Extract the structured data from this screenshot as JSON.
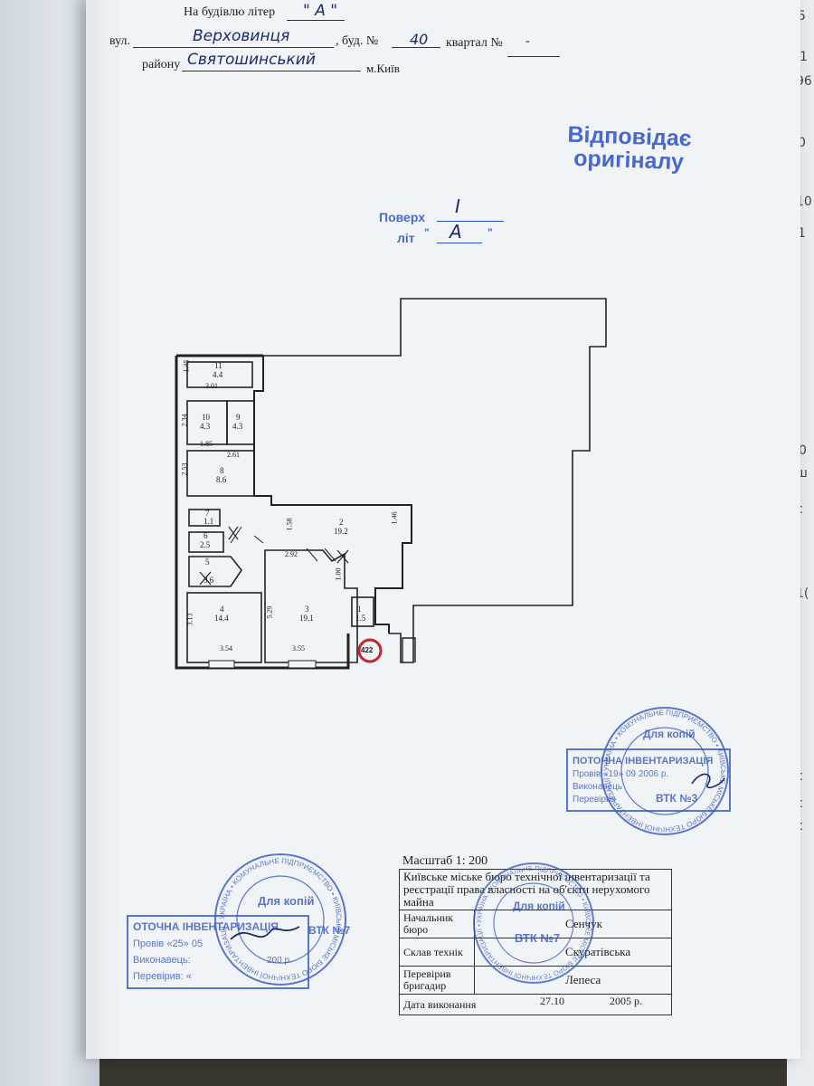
{
  "header": {
    "building_label": "На будівлю літер",
    "building_value": "\" А \"",
    "street_label": "вул.",
    "street_value": "Верховинця",
    "house_label": ", буд. №",
    "house_value": "40",
    "block_label": "квартал №",
    "block_value": "-",
    "district_label": "району",
    "district_value": "Святошинський",
    "city": "м.Київ"
  },
  "stamp_original": {
    "line1": "Відповідає",
    "line2": "оригіналу"
  },
  "floor": {
    "floor_label": "Поверх",
    "floor_value": "I",
    "lit_label": "літ",
    "lit_value": "А"
  },
  "plan": {
    "rooms": [
      {
        "no": "11",
        "area": "4.4"
      },
      {
        "no": "10",
        "area": "4.3"
      },
      {
        "no": "9",
        "area": "4.3"
      },
      {
        "no": "8",
        "area": "8.6"
      },
      {
        "no": "7",
        "area": "1.1"
      },
      {
        "no": "6",
        "area": "2.5"
      },
      {
        "no": "5",
        "area": "3.6"
      },
      {
        "no": "4",
        "area": "14.4"
      },
      {
        "no": "3",
        "area": "19.1"
      },
      {
        "no": "2",
        "area": "19.2"
      },
      {
        "no": "1",
        "area": "1.5"
      }
    ],
    "dims": [
      "1.45",
      "3.01",
      "2.34",
      "1.85",
      "2.61",
      "2.53",
      "1.58",
      "1.46",
      "2.92",
      "1.00",
      "3.13",
      "5.29",
      "3.54",
      "3.55"
    ],
    "apartment_no": "422"
  },
  "stamps": {
    "round_text": "УКРАЇНА • КОМУНАЛЬНЕ ПІДПРИЄМСТВО • КИЇВСЬКЕ МІСЬКЕ БЮРО ТЕХНІЧНОЇ ІНВЕНТАРИЗАЦІЇ •",
    "round_center_1": "Для копій",
    "round_center_2": "ВТК №7",
    "rect_top_title": "ПОТОЧНА ІНВЕНТАРИЗАЦІЯ",
    "rect_top_l1": "Провів «19» 09 2006 р.",
    "rect_top_l2": "Виконавець",
    "rect_top_l3": "Перевірив",
    "rect_top_no": "ВТК №3",
    "rect_bot_title": "ОТОЧНА ІНВЕНТАРИЗАЦІЯ",
    "rect_bot_l1": "Провів «25» 05",
    "rect_bot_l2": "Виконавець:",
    "rect_bot_l3": "Перевірив: «",
    "rect_bot_year": "200   р.",
    "rect_bot_no": "ВТК №7"
  },
  "title_block": {
    "scale": "Масштаб 1: 200",
    "org": "Київське міське бюро технічної інвентаризації та реєстрації права власності на об'єкти нерухомого майна",
    "rows": [
      {
        "role": "Начальник бюро",
        "name": "Сенчук"
      },
      {
        "role": "Склав технік",
        "name": "Скуратівська"
      },
      {
        "role": "Перевірив бригадир",
        "name": "Лепеса"
      }
    ],
    "date_label": "Дата виконання",
    "date_value": "27.10",
    "date_year": "2005 р."
  },
  "margin_notes": [
    "5",
    "1",
    "96",
    "0",
    "10",
    "1",
    "-0",
    "ш",
    "с",
    "1(",
    "f",
    "с",
    "с",
    "с"
  ]
}
